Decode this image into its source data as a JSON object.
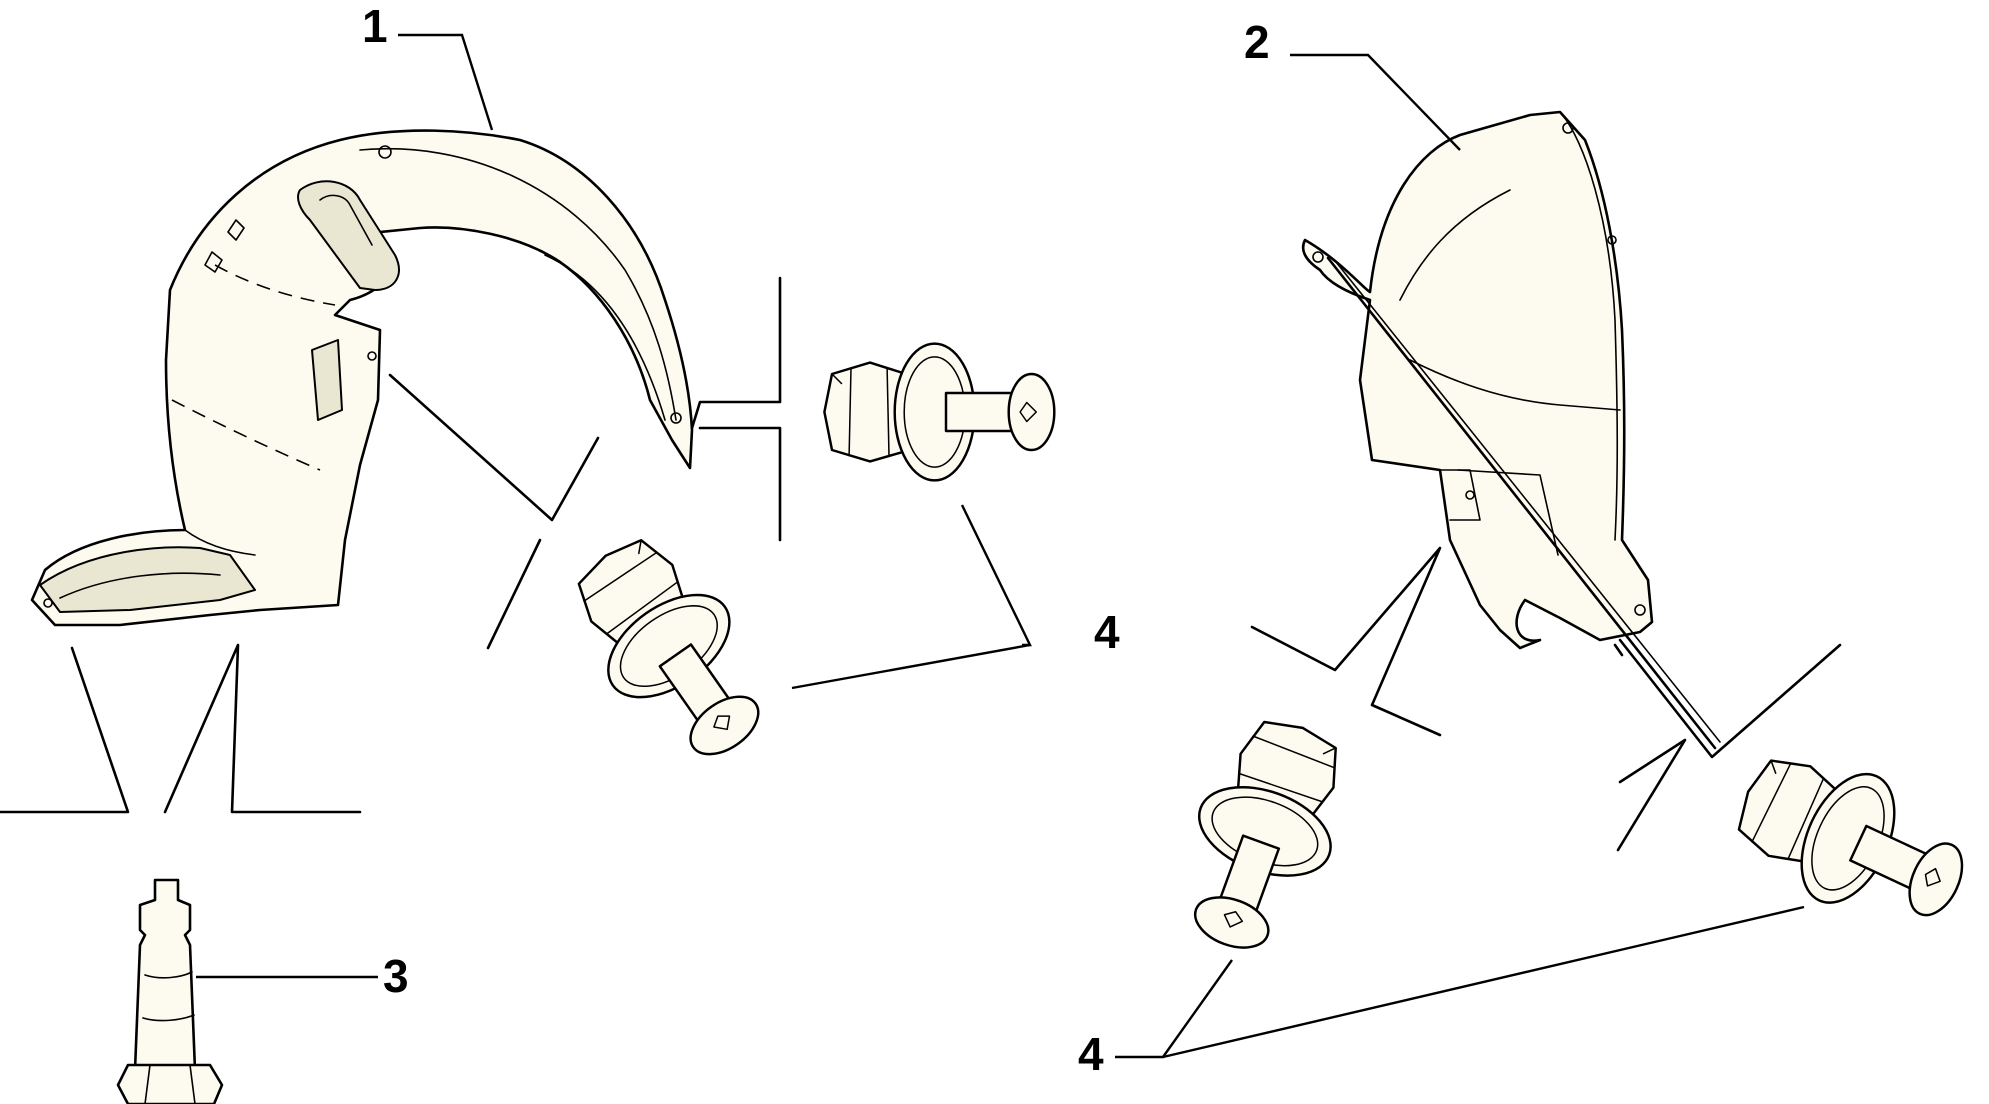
{
  "diagram": {
    "callouts": [
      {
        "id": "c1",
        "label": "1",
        "part": "left-wheel-arch-liner"
      },
      {
        "id": "c2",
        "label": "2",
        "part": "right-splash-shield"
      },
      {
        "id": "c3",
        "label": "3",
        "part": "screw"
      },
      {
        "id": "c4a",
        "label": "4",
        "part": "push-rivet-clips-upper"
      },
      {
        "id": "c4b",
        "label": "4",
        "part": "push-rivet-clips-lower"
      }
    ]
  }
}
